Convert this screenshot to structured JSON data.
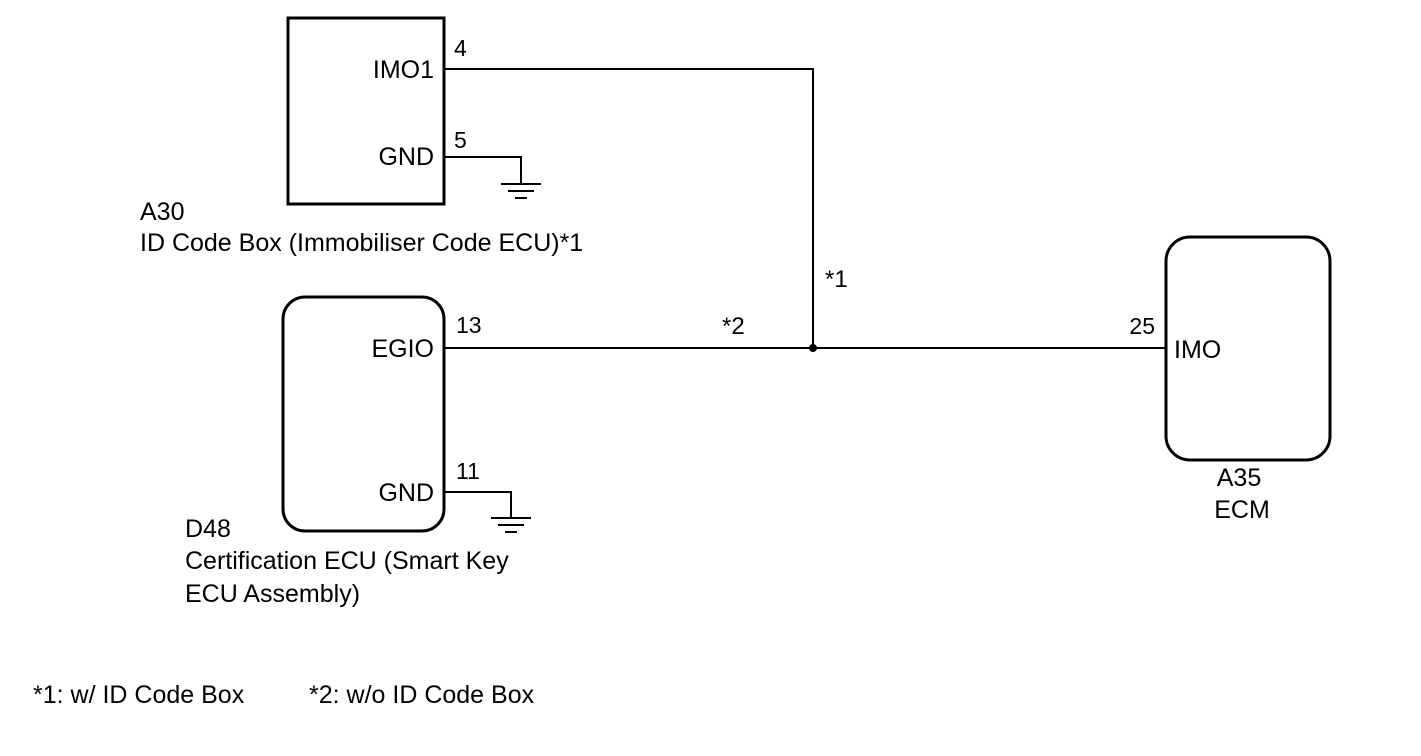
{
  "components": {
    "a30": {
      "code": "A30",
      "name": "ID Code Box (Immobiliser Code ECU)*1",
      "terminals": [
        {
          "name": "IMO1",
          "pin": "4"
        },
        {
          "name": "GND",
          "pin": "5"
        }
      ]
    },
    "d48": {
      "code": "D48",
      "name_line1": "Certification ECU (Smart Key",
      "name_line2": "ECU Assembly)",
      "terminals": [
        {
          "name": "EGIO",
          "pin": "13"
        },
        {
          "name": "GND",
          "pin": "11"
        }
      ]
    },
    "a35": {
      "code": "A35",
      "name": "ECM",
      "terminals": [
        {
          "name": "IMO",
          "pin": "25"
        }
      ]
    }
  },
  "wire_notes": {
    "vertical": "*1",
    "horizontal": "*2"
  },
  "footnotes": [
    "*1: w/ ID Code Box",
    "*2: w/o ID Code Box"
  ]
}
